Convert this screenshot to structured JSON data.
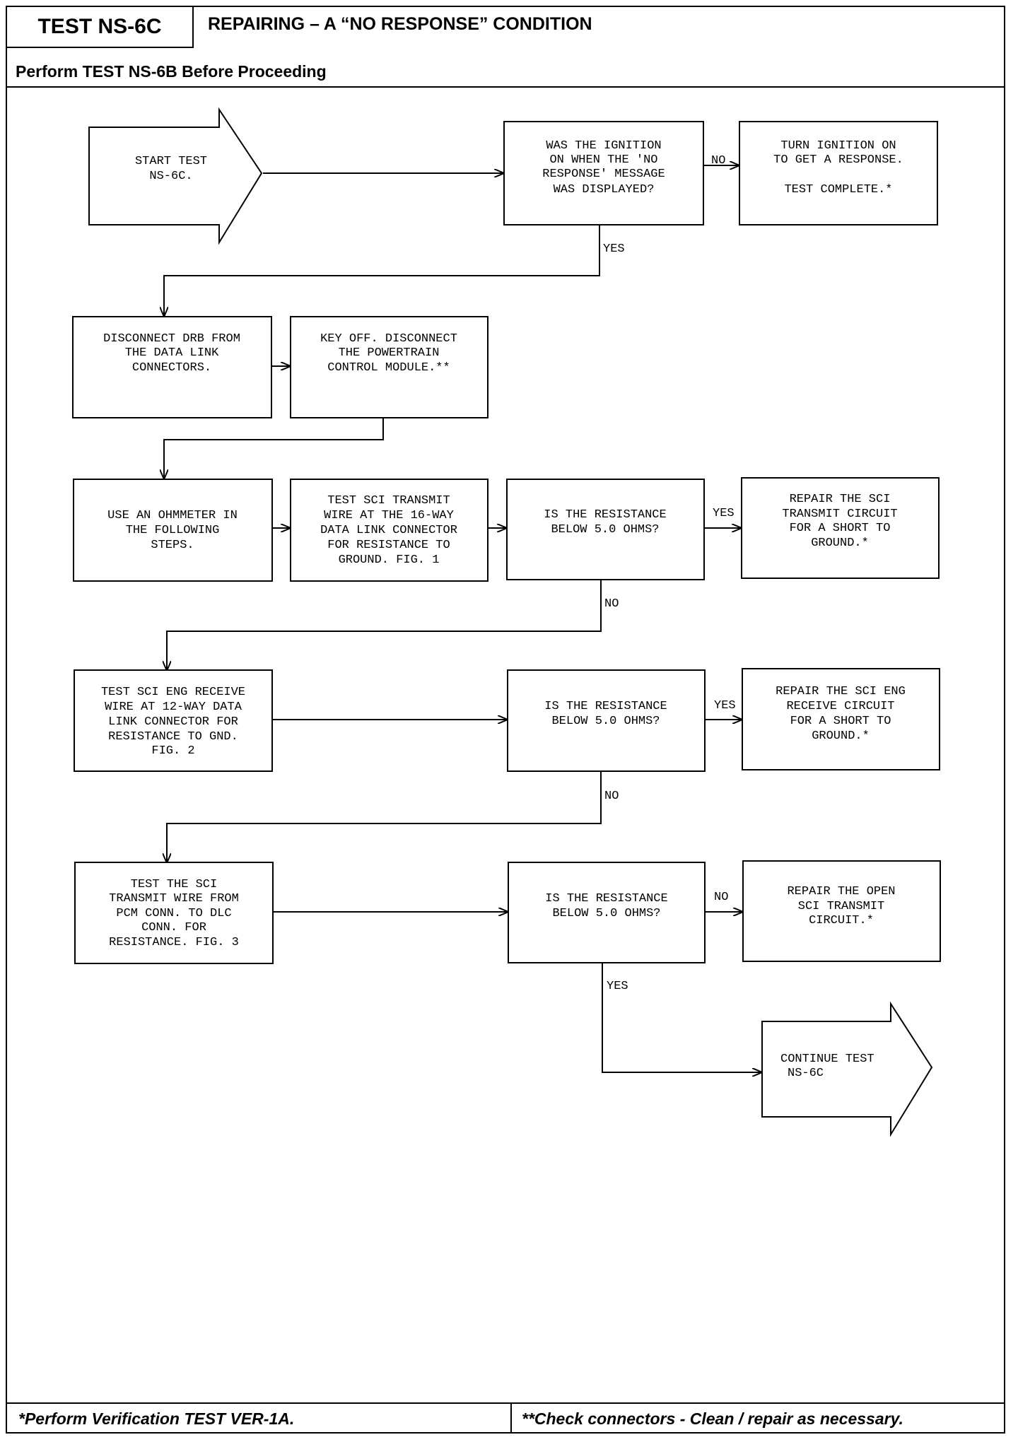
{
  "header": {
    "test_id": "TEST NS-6C",
    "title": "REPAIRING – A “NO RESPONSE” CONDITION",
    "subtitle": "Perform TEST NS-6B Before Proceeding"
  },
  "flow": {
    "start": [
      "START TEST",
      "NS-6C."
    ],
    "q_ignition": [
      "WAS THE IGNITION",
      "ON WHEN THE 'NO",
      "RESPONSE' MESSAGE",
      "WAS DISPLAYED?"
    ],
    "turn_on": [
      "TURN IGNITION ON",
      "TO GET A RESPONSE.",
      "",
      "TEST COMPLETE.*"
    ],
    "disconnect_drb": [
      "DISCONNECT DRB FROM",
      "THE DATA LINK",
      "CONNECTORS."
    ],
    "key_off": [
      "KEY OFF. DISCONNECT",
      "THE POWERTRAIN",
      "CONTROL MODULE.**"
    ],
    "ohmmeter": [
      "USE AN OHMMETER IN",
      "THE FOLLOWING",
      "STEPS."
    ],
    "test_sci_transmit": [
      "TEST SCI TRANSMIT",
      "WIRE AT THE 16-WAY",
      "DATA LINK CONNECTOR",
      "FOR RESISTANCE TO",
      "GROUND. FIG. 1"
    ],
    "q_res1": [
      "IS THE RESISTANCE",
      "BELOW 5.0 OHMS?"
    ],
    "repair_transmit_short": [
      "REPAIR THE SCI",
      "TRANSMIT CIRCUIT",
      "FOR A SHORT TO",
      "GROUND.*"
    ],
    "test_sci_receive": [
      "TEST SCI ENG RECEIVE",
      "WIRE AT 12-WAY DATA",
      "LINK CONNECTOR FOR",
      "RESISTANCE TO GND.",
      "FIG. 2"
    ],
    "q_res2": [
      "IS THE RESISTANCE",
      "BELOW 5.0 OHMS?"
    ],
    "repair_receive_short": [
      "REPAIR THE SCI ENG",
      "RECEIVE CIRCUIT",
      "FOR A SHORT TO",
      "GROUND.*"
    ],
    "test_transmit_pcm": [
      "TEST THE SCI",
      "TRANSMIT WIRE FROM",
      "PCM CONN. TO DLC",
      "CONN. FOR",
      "RESISTANCE. FIG. 3"
    ],
    "q_res3": [
      "IS THE RESISTANCE",
      "BELOW 5.0 OHMS?"
    ],
    "repair_open": [
      "REPAIR THE OPEN",
      "SCI TRANSMIT",
      "CIRCUIT.*"
    ],
    "continue": [
      "CONTINUE TEST",
      "NS-6C"
    ],
    "labels": {
      "no": "NO",
      "yes": "YES"
    }
  },
  "footer": {
    "left": "*Perform Verification TEST VER-1A.",
    "right": "**Check connectors - Clean / repair as necessary."
  }
}
